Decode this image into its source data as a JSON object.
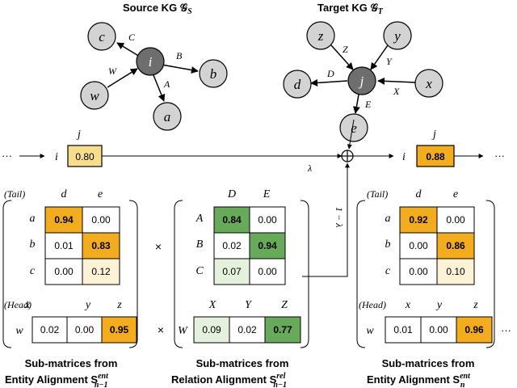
{
  "source_kg": {
    "title": "Source KG 𝒢",
    "title_sub": "S",
    "center": "i",
    "nodes": [
      "c",
      "b",
      "w",
      "a"
    ],
    "edges": [
      "C",
      "B",
      "W",
      "A"
    ]
  },
  "target_kg": {
    "title": "Target KG 𝒢",
    "title_sub": "T",
    "center": "j",
    "nodes": [
      "z",
      "y",
      "d",
      "x",
      "e"
    ],
    "edges": [
      "Z",
      "Y",
      "D",
      "X",
      "E"
    ]
  },
  "flow": {
    "ellipsis": "···",
    "row_label": "i",
    "col_label": "j",
    "input_value": "0.80",
    "output_value": "0.88",
    "lambda": "λ",
    "one_minus_lambda": "1 − λ",
    "plus_symbol": "⊕",
    "times": "×"
  },
  "entity_prev": {
    "tail_label": "(Tail)",
    "head_label": "(Head)",
    "tail_cols": [
      "d",
      "e"
    ],
    "tail_rows": [
      "a",
      "b",
      "c"
    ],
    "tail_values": [
      [
        "0.94",
        "0.00"
      ],
      [
        "0.01",
        "0.83"
      ],
      [
        "0.00",
        "0.12"
      ]
    ],
    "head_cols": [
      "x",
      "y",
      "z"
    ],
    "head_row": "w",
    "head_values": [
      "0.02",
      "0.00",
      "0.95"
    ],
    "caption1": "Sub-matrices from",
    "caption2": "Entity Alignment S",
    "caption_sup": "ent",
    "caption_sub": "n−1"
  },
  "relation_prev": {
    "tail_cols": [
      "D",
      "E"
    ],
    "tail_rows": [
      "A",
      "B",
      "C"
    ],
    "tail_values": [
      [
        "0.84",
        "0.00"
      ],
      [
        "0.02",
        "0.94"
      ],
      [
        "0.07",
        "0.00"
      ]
    ],
    "head_cols": [
      "X",
      "Y",
      "Z"
    ],
    "head_row": "W",
    "head_values": [
      "0.09",
      "0.02",
      "0.77"
    ],
    "caption1": "Sub-matrices from",
    "caption2": "Relation Alignment S",
    "caption_sup": "rel",
    "caption_sub": "n−1"
  },
  "entity_next": {
    "tail_label": "(Tail)",
    "head_label": "(Head)",
    "tail_cols": [
      "d",
      "e"
    ],
    "tail_rows": [
      "a",
      "b",
      "c"
    ],
    "tail_values": [
      [
        "0.92",
        "0.00"
      ],
      [
        "0.00",
        "0.86"
      ],
      [
        "0.00",
        "0.10"
      ]
    ],
    "head_cols": [
      "x",
      "y",
      "z"
    ],
    "head_row": "w",
    "head_values": [
      "0.01",
      "0.00",
      "0.96"
    ],
    "caption1": "Sub-matrices from",
    "caption2": "Entity Alignment S",
    "caption_sup": "ent",
    "caption_sub": "n",
    "trailing_ellipsis": "···"
  },
  "colors": {
    "node_fill": "#d3d3d3",
    "center_fill": "#6e6e6e",
    "entity_high": "#f2ac1e",
    "entity_mid": "#f7d98a",
    "entity_low": "#fcf3d6",
    "relation_high": "#67ab5a",
    "relation_mid": "#a9d39b",
    "relation_low": "#e4f1dc",
    "input_cell": "#f8dd8c",
    "output_cell": "#f2ac1e"
  }
}
